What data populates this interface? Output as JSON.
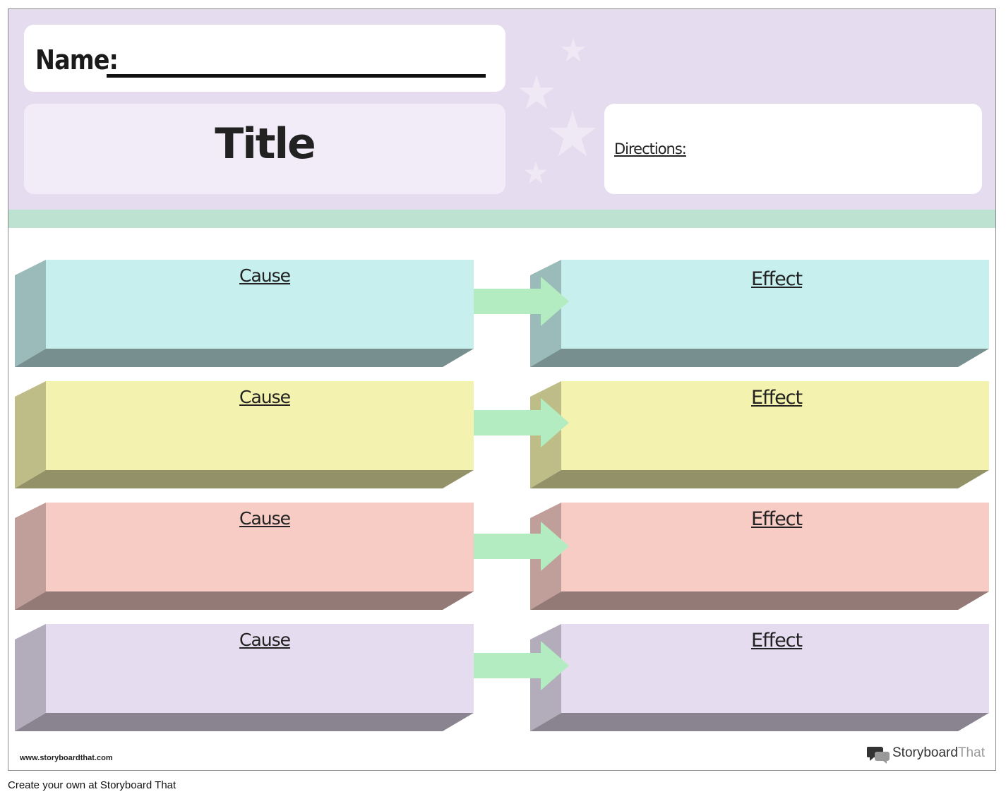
{
  "worksheet": {
    "name_label": "Name:",
    "title": "Title",
    "directions_label": "Directions:",
    "footer_url": "www.storyboardthat.com",
    "brand": {
      "part1": "Storyboard",
      "part2": "That"
    }
  },
  "rows": [
    {
      "cause_label": "Cause",
      "effect_label": "Effect",
      "color": "#c7efee"
    },
    {
      "cause_label": "Cause",
      "effect_label": "Effect",
      "color": "#f3f2ae"
    },
    {
      "cause_label": "Cause",
      "effect_label": "Effect",
      "color": "#f6ccc5"
    },
    {
      "cause_label": "Cause",
      "effect_label": "Effect",
      "color": "#e5dcef"
    }
  ],
  "colors": {
    "header": "#e6dcef",
    "band": "#bde2d1",
    "arrow": "#b2ecc0"
  },
  "credit": "Create your own at Storyboard That"
}
